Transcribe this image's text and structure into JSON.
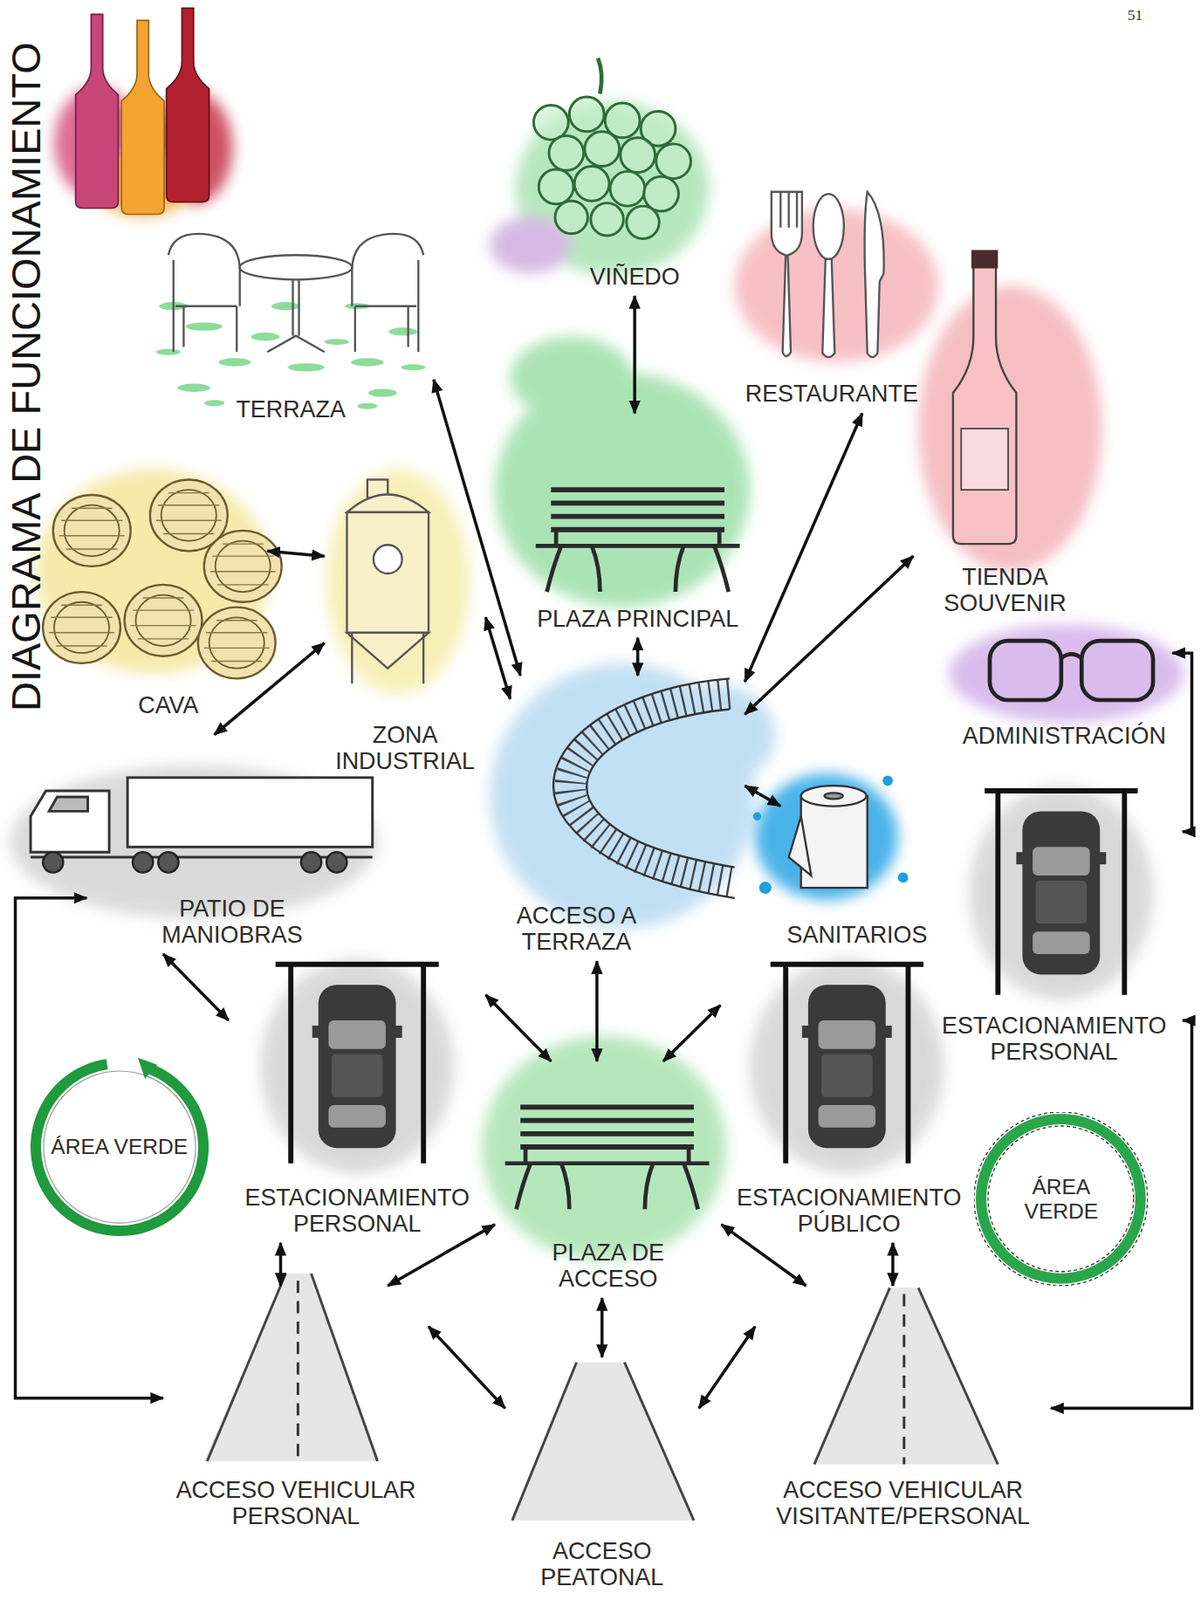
{
  "diagram": {
    "title": "DIAGRAMA DE FUNCIONAMIENTO",
    "nodes": [
      {
        "text": [
          "VIÑEDO"
        ]
      },
      {
        "text": [
          "TERRAZA"
        ]
      },
      {
        "text": [
          "RESTAURANTE"
        ]
      },
      {
        "text": [
          "TIENDA SOUVENIR"
        ]
      },
      {
        "text": [
          "PLAZA PRINCIPAL"
        ]
      },
      {
        "text": [
          "CAVA"
        ]
      },
      {
        "text": [
          "ZONA INDUSTRIAL"
        ]
      },
      {
        "text": [
          "ADMINISTRACIÓN"
        ]
      },
      {
        "text": [
          "ACCESO A TERRAZA"
        ]
      },
      {
        "text": [
          "SANITARIOS"
        ]
      },
      {
        "text": [
          "PATIO DE MANIOBRAS"
        ]
      },
      {
        "text": [
          "ESTACIONAMIENTO PERSONAL"
        ]
      },
      {
        "text": [
          "ESTACIONAMIENTO PERSONAL"
        ]
      },
      {
        "text": [
          "PLAZA DE ACCESO"
        ]
      },
      {
        "text": [
          "ESTACIONAMIENTO PÚBLICO"
        ]
      },
      {
        "text": [
          "ÁREA VERDE"
        ]
      },
      {
        "text": [
          "ÁREA VERDE"
        ]
      },
      {
        "text": [
          "ACCESO VEHICULAR PERSONAL"
        ]
      },
      {
        "text": [
          "ACCESO PEATONAL"
        ]
      },
      {
        "text": [
          "ACCESO VEHICULAR VISITANTE/PERSONAL"
        ]
      }
    ],
    "edges": [
      {
        "from": 0,
        "to": 4,
        "arrow": "both"
      },
      {
        "from": 1,
        "to": 8,
        "arrow": "both"
      },
      {
        "from": 2,
        "to": 8,
        "arrow": "both"
      },
      {
        "from": 3,
        "to": 8,
        "arrow": "both"
      },
      {
        "from": 5,
        "to": 6,
        "arrow": "both"
      },
      {
        "from": 6,
        "to": 8,
        "arrow": "both"
      },
      {
        "from": 6,
        "to": 10,
        "arrow": "both"
      },
      {
        "from": 4,
        "to": 8,
        "arrow": "both"
      },
      {
        "from": 8,
        "to": 9,
        "arrow": "both"
      },
      {
        "from": 7,
        "to": 11,
        "arrow": "both"
      },
      {
        "from": 10,
        "to": 12,
        "arrow": "both"
      },
      {
        "from": 10,
        "to": 17,
        "arrow": "both"
      },
      {
        "from": 8,
        "to": 13,
        "arrow": "both"
      },
      {
        "from": 12,
        "to": 13,
        "arrow": "both"
      },
      {
        "from": 14,
        "to": 13,
        "arrow": "both"
      },
      {
        "from": 12,
        "to": 17,
        "arrow": "both"
      },
      {
        "from": 13,
        "to": 17,
        "arrow": "both"
      },
      {
        "from": 13,
        "to": 18,
        "arrow": "both"
      },
      {
        "from": 13,
        "to": 19,
        "arrow": "both"
      },
      {
        "from": 17,
        "to": 18,
        "arrow": "both"
      },
      {
        "from": 18,
        "to": 19,
        "arrow": "both"
      },
      {
        "from": 14,
        "to": 19,
        "arrow": "both"
      },
      {
        "from": 11,
        "to": 19,
        "arrow": "both"
      }
    ],
    "labels": [
      "51"
    ]
  }
}
